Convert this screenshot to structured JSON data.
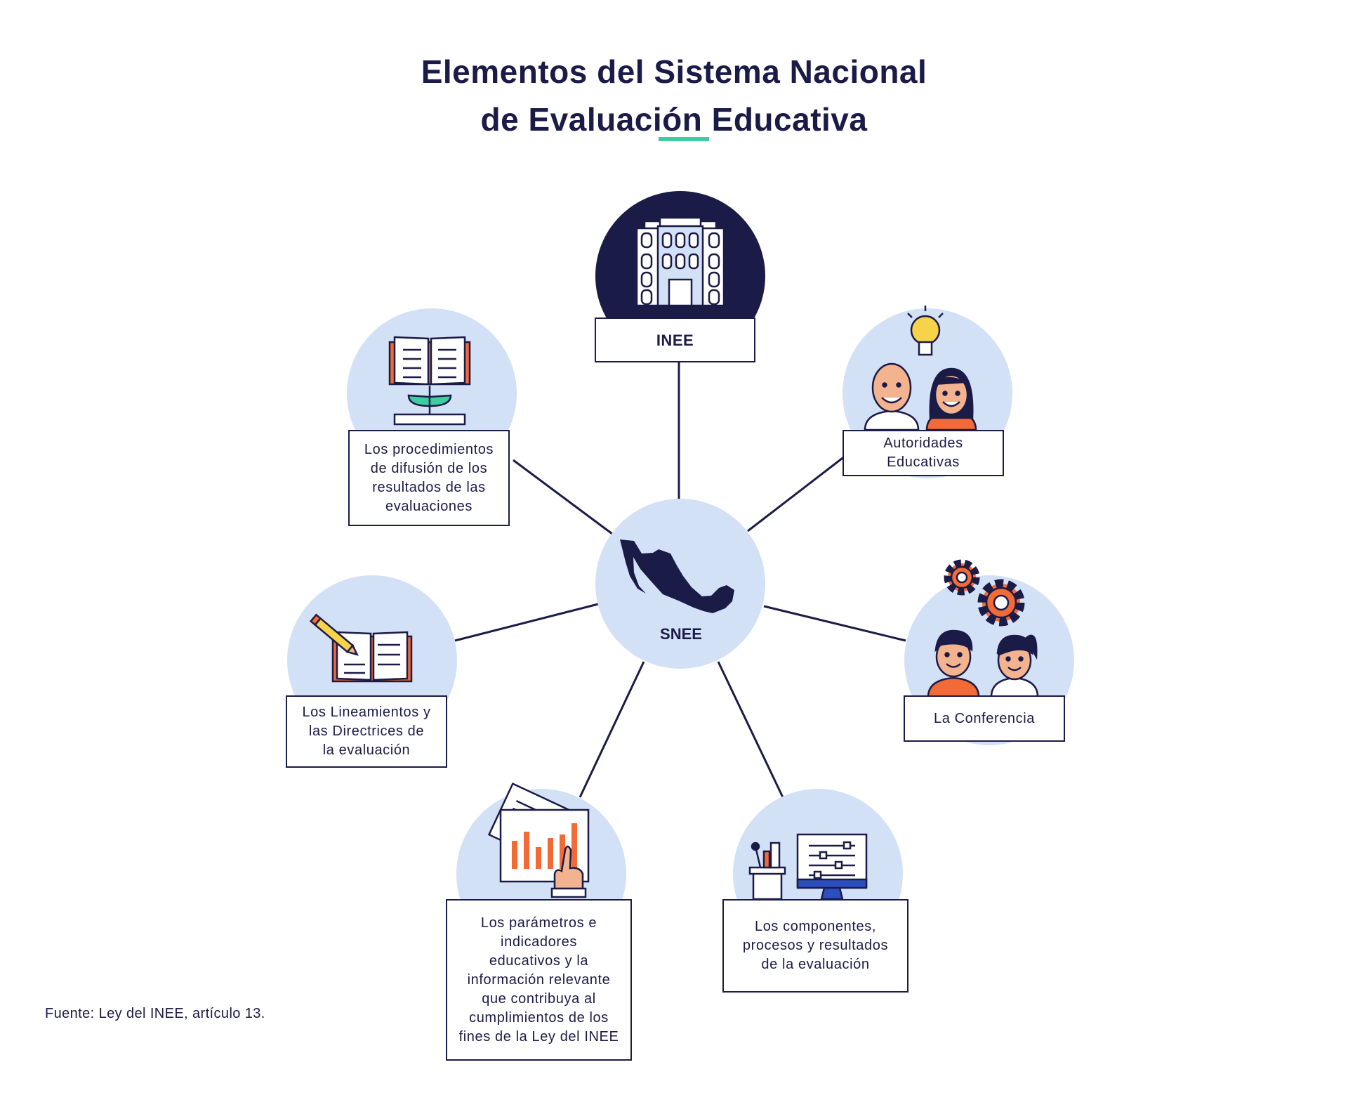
{
  "title": {
    "line1": "Elementos del Sistema Nacional",
    "line2": "de Evaluación Educativa"
  },
  "center": {
    "label": "SNEE",
    "icon": "mexico-map-icon"
  },
  "nodes": [
    {
      "id": "inee",
      "label": "INEE",
      "icon": "building-icon"
    },
    {
      "id": "autoridades",
      "label": "Autoridades\nEducativas",
      "icon": "people-lightbulb-icon"
    },
    {
      "id": "conferencia",
      "label": "La Conferencia",
      "icon": "people-gears-icon"
    },
    {
      "id": "componentes",
      "label": "Los componentes,\nprocesos y resultados\nde la evaluación",
      "icon": "monitor-sliders-icon"
    },
    {
      "id": "parametros",
      "label": "Los parámetros e\nindicadores\neducativos y la\ninformación relevante\nque contribuya al\ncumplimientos de los\nfines de la Ley del INEE",
      "icon": "bar-chart-hand-icon"
    },
    {
      "id": "lineamientos",
      "label": "Los Lineamientos y\nlas Directrices de\nla evaluación",
      "icon": "book-pencil-icon"
    },
    {
      "id": "procedimientos",
      "label": "Los procedimientos\nde difusión de los\nresultados de las\nevaluaciones",
      "icon": "book-plant-icon"
    }
  ],
  "source": "Fuente: Ley del INEE, artículo 13.",
  "colors": {
    "navy": "#1b1b47",
    "circle_fill": "#d3e1f7",
    "accent_green": "#3fcca0",
    "orange": "#f26a35",
    "yellow": "#f7d34a",
    "skin": "#f3b38f"
  }
}
